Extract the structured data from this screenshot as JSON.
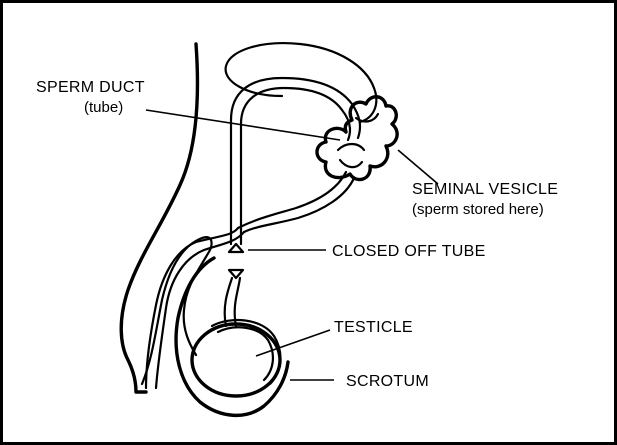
{
  "labels": {
    "sperm_duct": "SPERM DUCT",
    "sperm_duct_sub": "(tube)",
    "seminal_vesicle": "SEMINAL VESICLE",
    "seminal_vesicle_sub": "(sperm stored here)",
    "closed_off_tube": "CLOSED OFF TUBE",
    "testicle": "TESTICLE",
    "scrotum": "SCROTUM"
  }
}
